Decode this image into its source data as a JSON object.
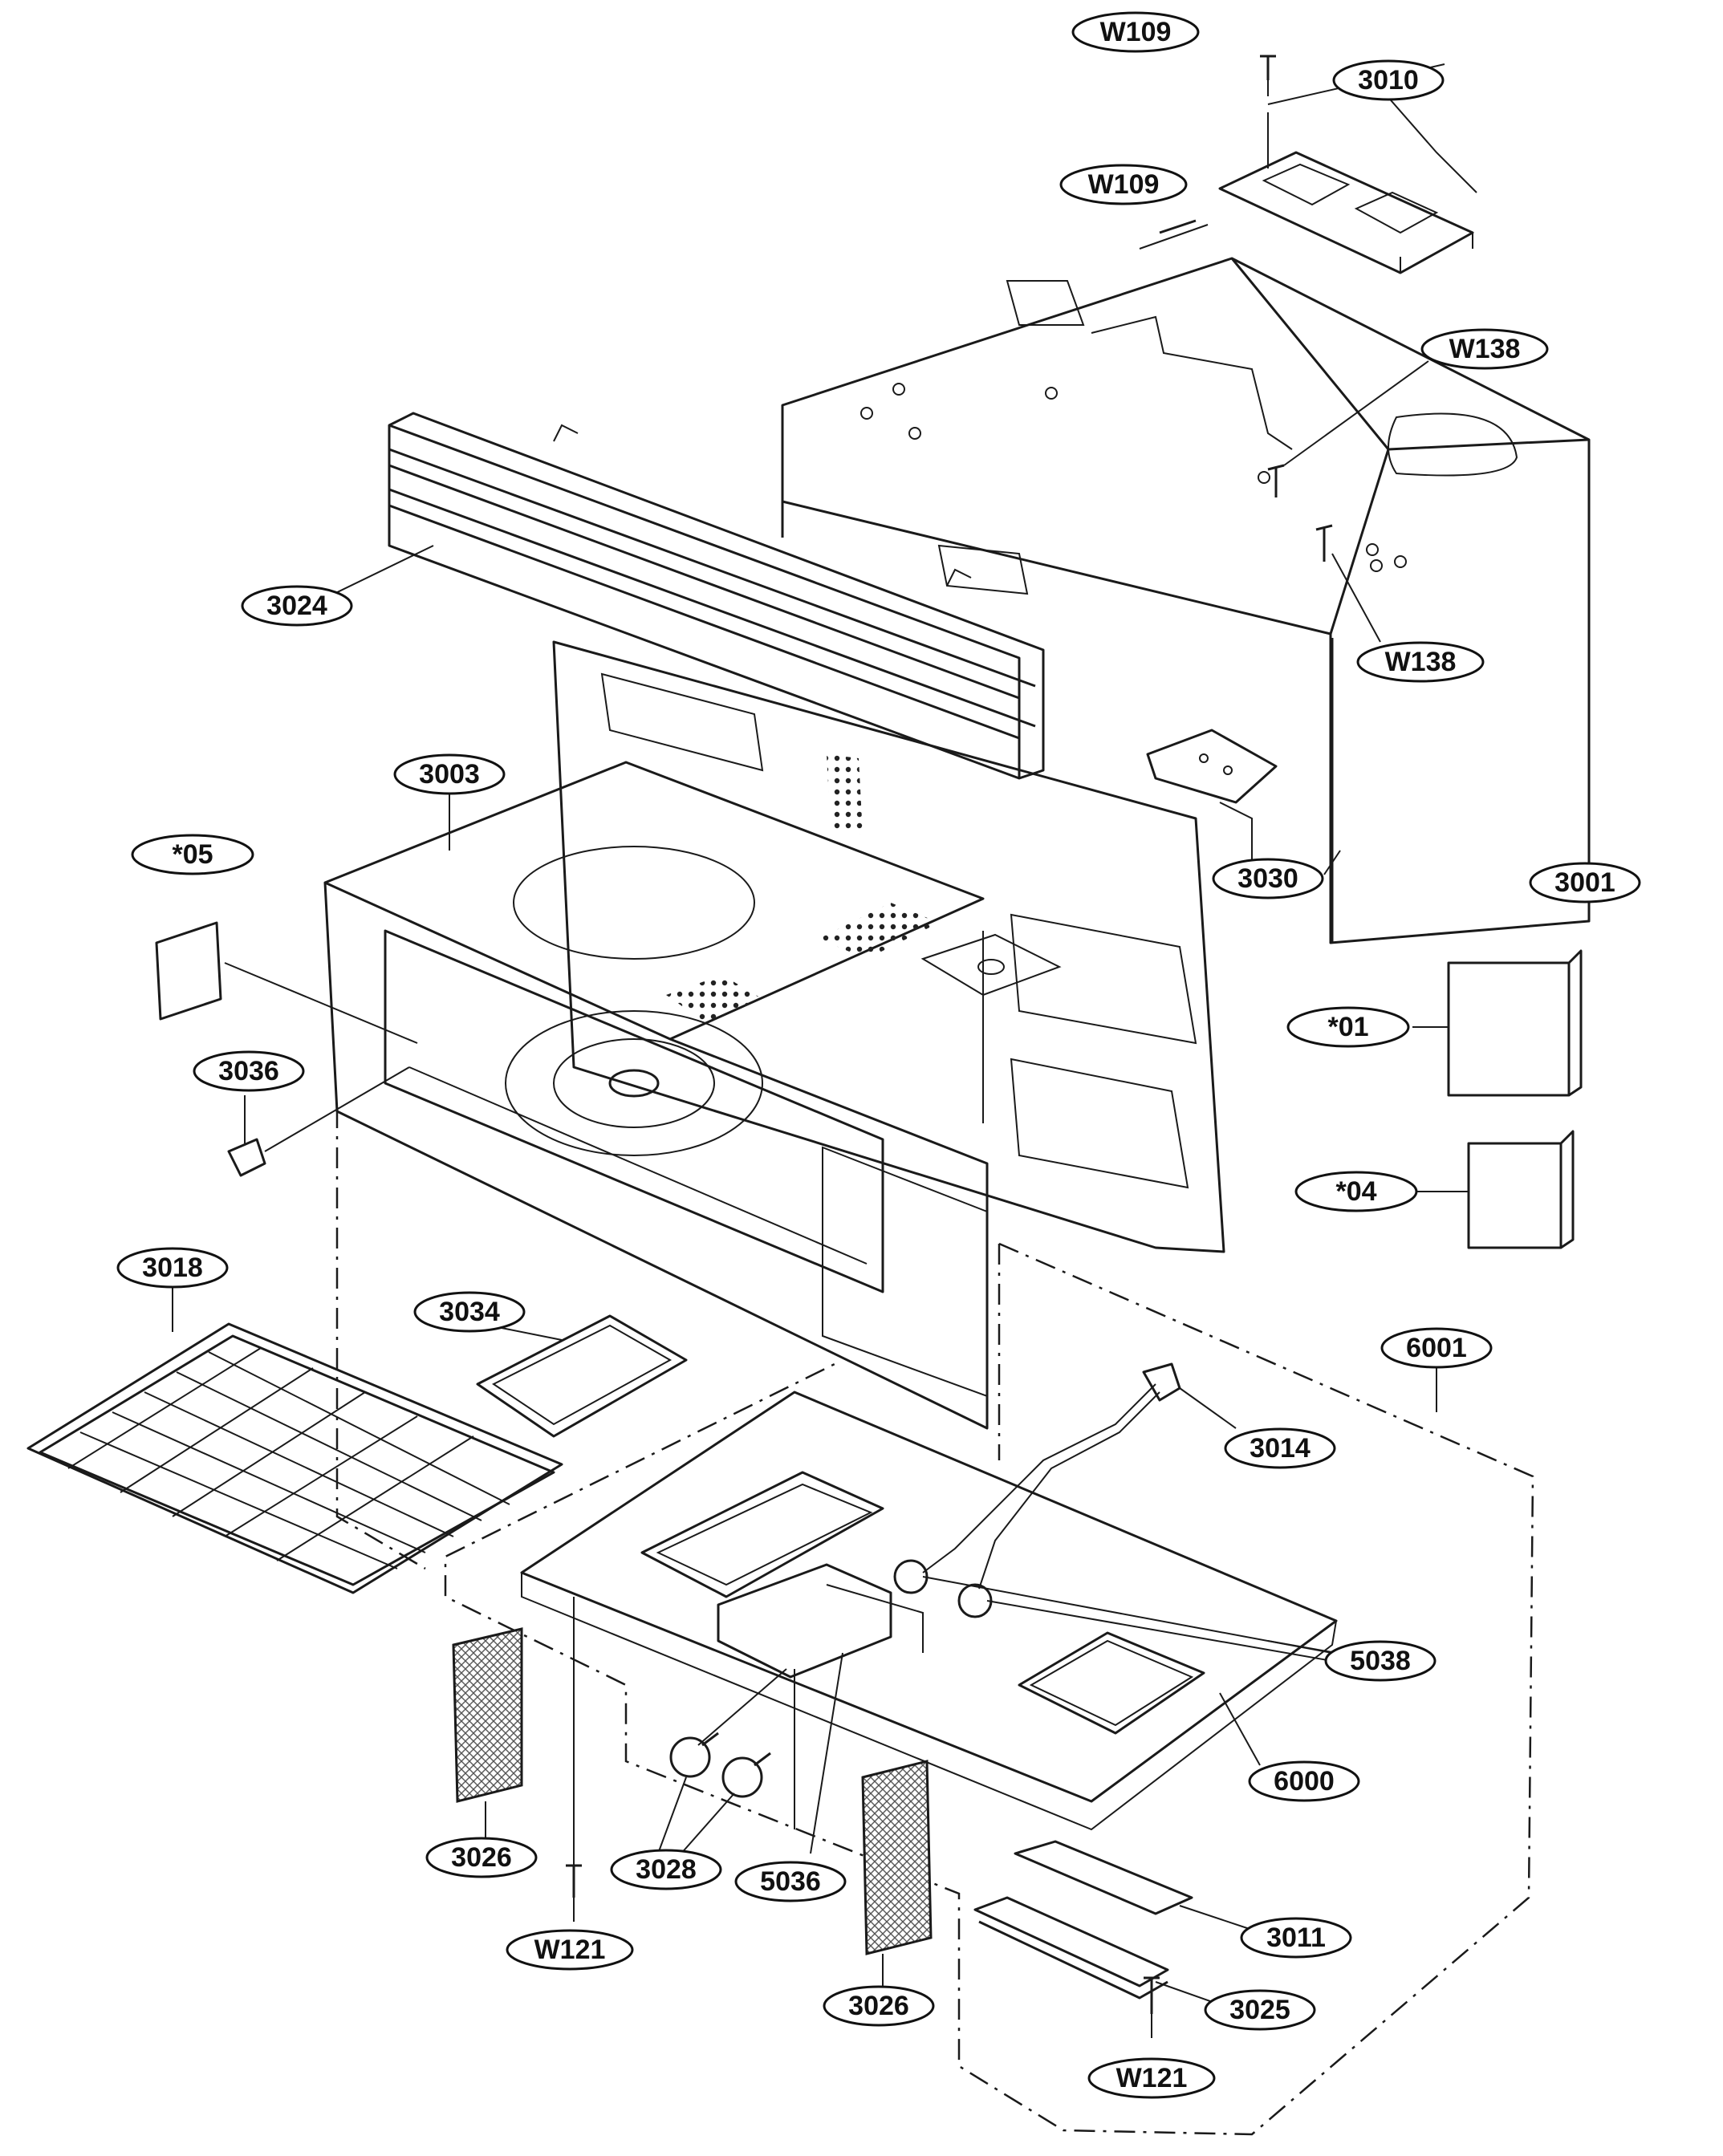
{
  "diagram": {
    "callouts": {
      "w109_top": "W109",
      "p3010": "3010",
      "w109_mid": "W109",
      "w138_top": "W138",
      "p3024": "3024",
      "w138_mid": "W138",
      "p3003": "3003",
      "p05": "*05",
      "p3030": "3030",
      "p3001": "3001",
      "p01": "*01",
      "p3036": "3036",
      "p04": "*04",
      "p3018": "3018",
      "p3034": "3034",
      "p6001": "6001",
      "p3014": "3014",
      "p5038": "5038",
      "p6000": "6000",
      "p3026_left": "3026",
      "p3028": "3028",
      "p5036": "5036",
      "w121_left": "W121",
      "p3011": "3011",
      "p3026_bottom": "3026",
      "p3025": "3025",
      "w121_bottom": "W121"
    }
  }
}
